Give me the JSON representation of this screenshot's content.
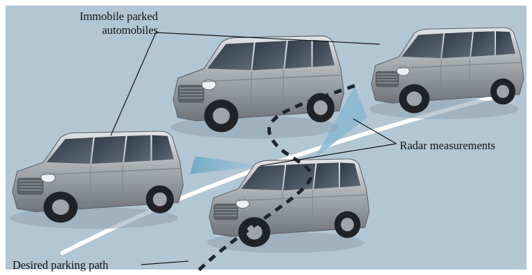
{
  "labels": {
    "immobile_line1": "Immobile parked",
    "immobile_line2": "automobiles",
    "radar": "Radar measurements",
    "desired_path": "Desired parking path"
  },
  "colors": {
    "background": "#b3c6d3",
    "road_line": "#ffffff",
    "radar_beam": "#7fb0cc",
    "car_body": "#a9aeb3",
    "path_dash": "#1d2430"
  }
}
